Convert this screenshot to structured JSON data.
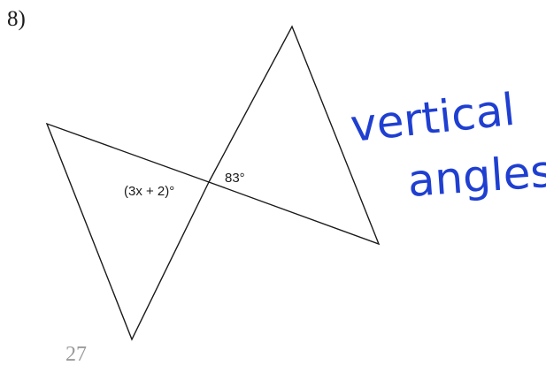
{
  "problem": {
    "number": "8)"
  },
  "figure": {
    "angle_left_label": "(3x + 2)°",
    "angle_right_label": "83°",
    "relationship": "vertical angles"
  },
  "handwriting": {
    "line1": "vertical",
    "line2": "angles",
    "ink_color": "#1f3fd1"
  },
  "page": {
    "number": "27"
  }
}
